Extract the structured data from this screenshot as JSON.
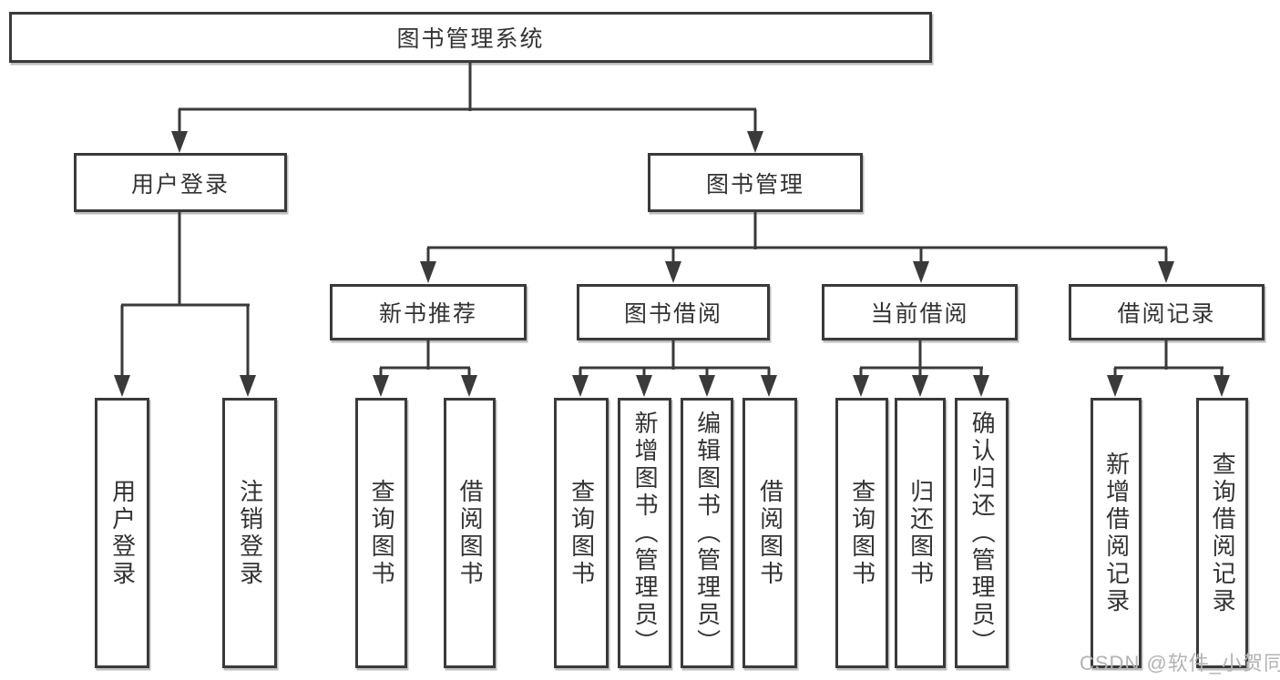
{
  "diagram": {
    "root": {
      "label": "图书管理系统"
    },
    "branches": [
      {
        "label": "用户登录",
        "children": [
          {
            "label": "用户登录"
          },
          {
            "label": "注销登录"
          }
        ]
      },
      {
        "label": "图书管理",
        "children": [
          {
            "label": "新书推荐",
            "children": [
              {
                "label": "查询图书"
              },
              {
                "label": "借阅图书"
              }
            ]
          },
          {
            "label": "图书借阅",
            "children": [
              {
                "label": "查询图书"
              },
              {
                "label": "新增图书（管理员）"
              },
              {
                "label": "编辑图书（管理员）"
              },
              {
                "label": "借阅图书"
              }
            ]
          },
          {
            "label": "当前借阅",
            "children": [
              {
                "label": "查询图书"
              },
              {
                "label": "归还图书"
              },
              {
                "label": "确认归还（管理员）"
              }
            ]
          },
          {
            "label": "借阅记录",
            "children": [
              {
                "label": "新增借阅记录"
              },
              {
                "label": "查询借阅记录"
              }
            ]
          }
        ]
      }
    ],
    "watermark": "CSDN @软件_小贺同学",
    "colors": {
      "line": "#3a3a3a",
      "text": "#333333",
      "watermark": "#b3b3b3",
      "background": "#ffffff"
    }
  }
}
